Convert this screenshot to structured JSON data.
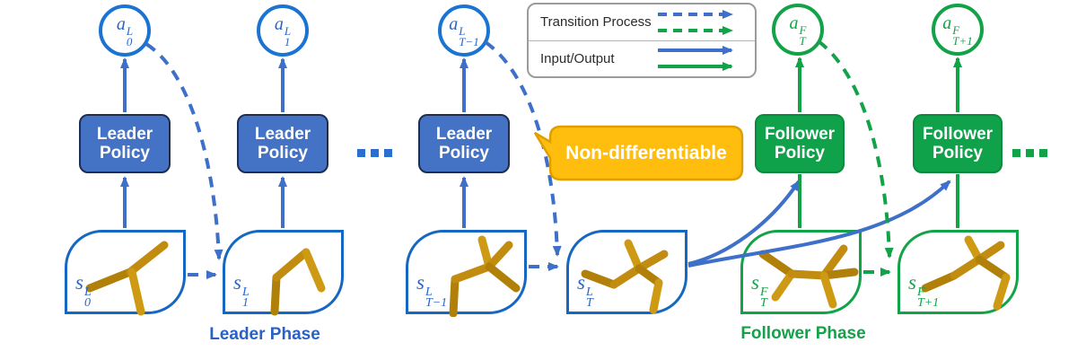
{
  "legend": {
    "transition_label": "Transition Process",
    "io_label": "Input/Output"
  },
  "callout": {
    "text": "Non-differentiable"
  },
  "phases": {
    "leader": "Leader Phase",
    "follower": "Follower Phase"
  },
  "leader": {
    "policy_label": "Leader Policy",
    "ellipsis": "...",
    "actions": [
      {
        "base": "a",
        "sup": "L",
        "sub": "0"
      },
      {
        "base": "a",
        "sup": "L",
        "sub": "1"
      },
      {
        "base": "a",
        "sup": "L",
        "sub": "T−1"
      }
    ],
    "states": [
      {
        "base": "s",
        "sup": "L",
        "sub": "0"
      },
      {
        "base": "s",
        "sup": "L",
        "sub": "1"
      },
      {
        "base": "s",
        "sup": "L",
        "sub": "T−1"
      },
      {
        "base": "s",
        "sup": "L",
        "sub": "T"
      }
    ]
  },
  "follower": {
    "policy_label": "Follower Policy",
    "ellipsis": "...",
    "actions": [
      {
        "base": "a",
        "sup": "F",
        "sub": "T"
      },
      {
        "base": "a",
        "sup": "F",
        "sub": "T+1"
      }
    ],
    "states": [
      {
        "base": "s",
        "sup": "F",
        "sub": "T"
      },
      {
        "base": "s",
        "sup": "F",
        "sub": "T+1"
      }
    ]
  },
  "icons": {
    "leader_ellipsis": "three-square-dots",
    "follower_ellipsis": "three-square-dots"
  },
  "colors": {
    "leader_blue": "#2A65C8",
    "leader_box_fill": "#4472C4",
    "state_stroke_blue": "#1567C2",
    "follower_green": "#12A348",
    "callout_fill": "#FFBE0D",
    "callout_border": "#E09E00",
    "robot_gold": "#C18C10",
    "legend_border": "#9B9B9B"
  }
}
